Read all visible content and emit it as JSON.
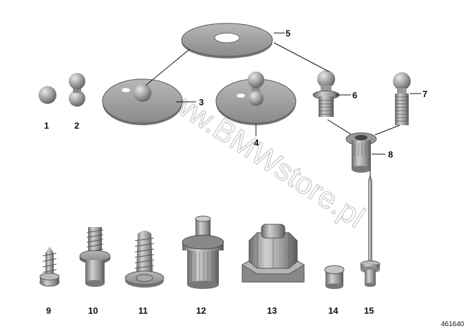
{
  "parts": [
    {
      "number": "1",
      "name": "ball stud small"
    },
    {
      "number": "2",
      "name": "double ball stud"
    },
    {
      "number": "3",
      "name": "washer with ball"
    },
    {
      "number": "4",
      "name": "washer with ball stud"
    },
    {
      "number": "5",
      "name": "washer"
    },
    {
      "number": "6",
      "name": "ball stud with thread"
    },
    {
      "number": "7",
      "name": "ball stud threaded"
    },
    {
      "number": "8",
      "name": "blind rivet nut"
    },
    {
      "number": "9",
      "name": "screw"
    },
    {
      "number": "10",
      "name": "stud screw with collar"
    },
    {
      "number": "11",
      "name": "collar screw"
    },
    {
      "number": "12",
      "name": "press-in pin"
    },
    {
      "number": "13",
      "name": "hex nut with clip"
    },
    {
      "number": "14",
      "name": "cap"
    },
    {
      "number": "15",
      "name": "blind rivet"
    }
  ],
  "watermark": "www.BMWstore.pl",
  "diagram_id": "461640",
  "colors": {
    "part_fill": "#9a9a9a",
    "part_shadow": "#6e6e6e",
    "part_highlight": "#dcdcdc",
    "leader": "#111111",
    "watermark": "#c8c8c8"
  }
}
